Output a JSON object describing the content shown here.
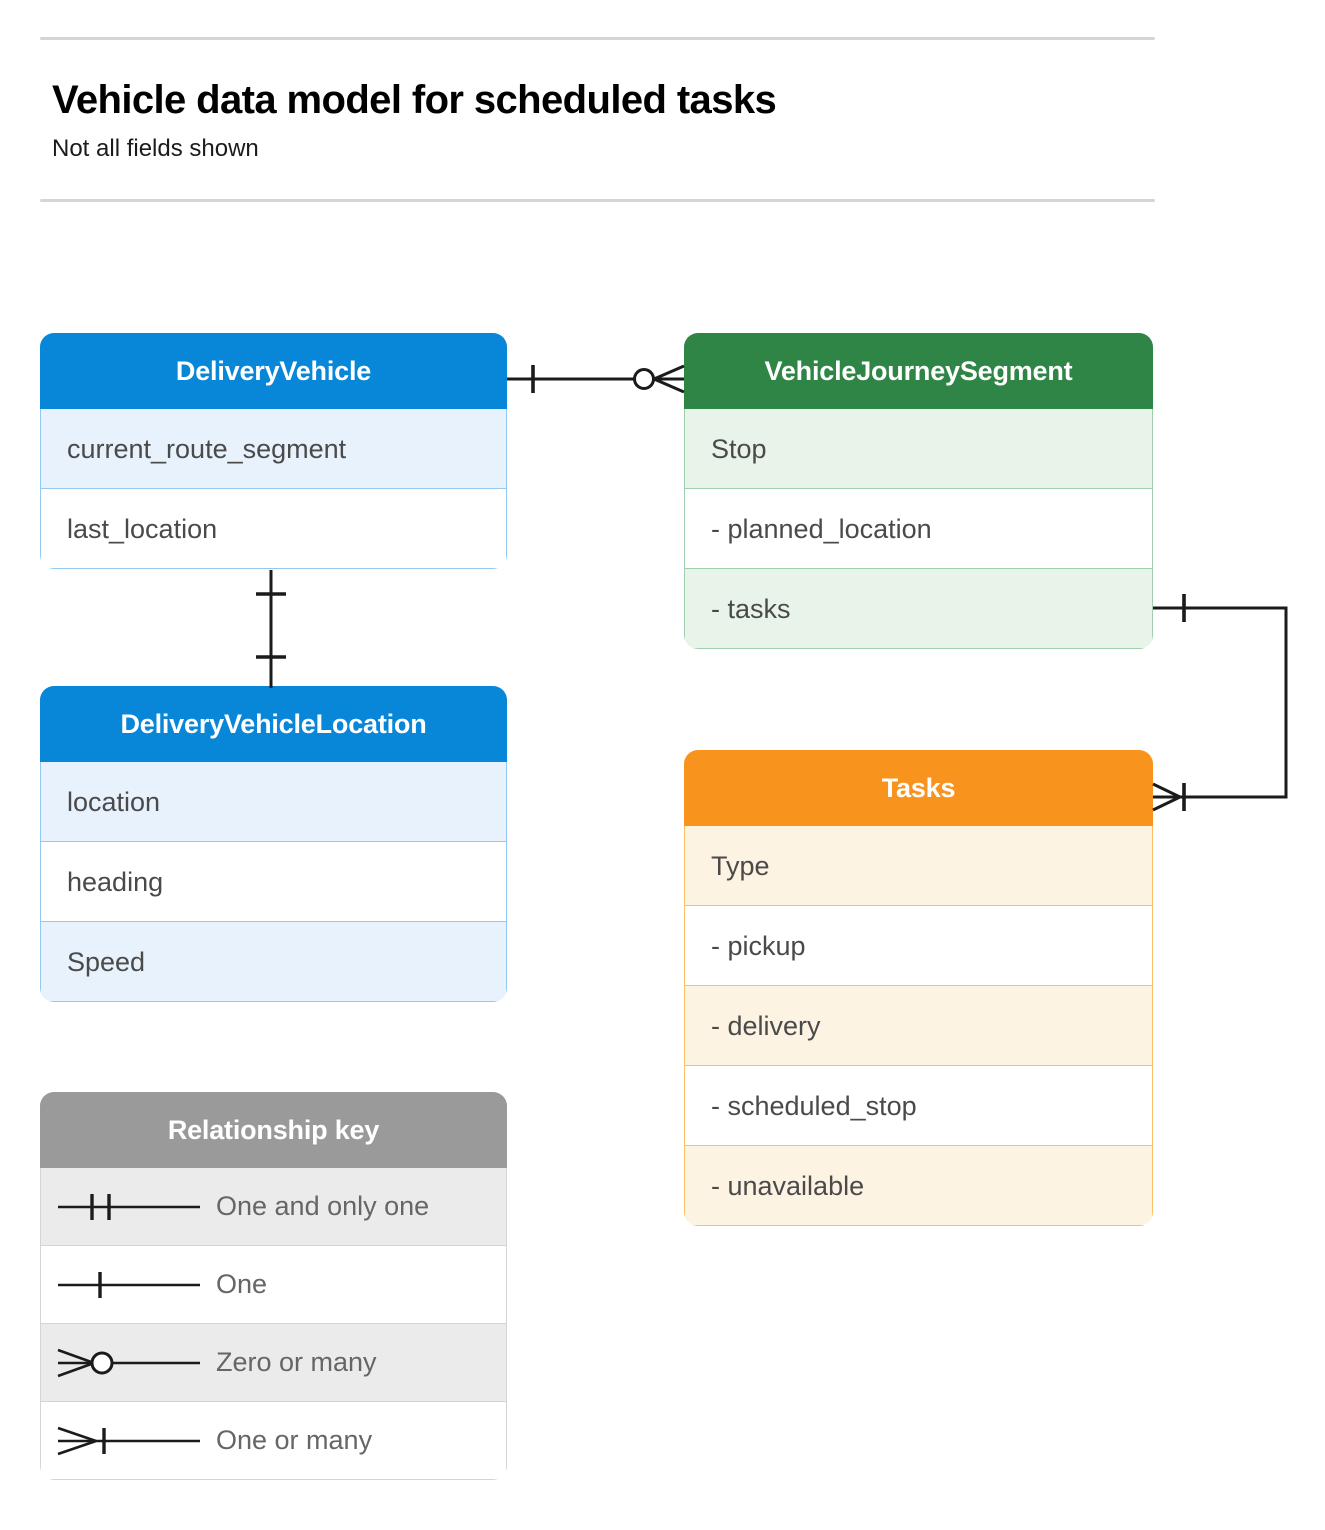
{
  "header": {
    "title": "Vehicle data model for scheduled tasks",
    "subtitle": "Not all fields shown"
  },
  "colors": {
    "blue_header": "#0886d8",
    "blue_tint": "#e8f2fd",
    "blue_border": "#93c8f0",
    "green_header": "#2e8545",
    "green_tint": "#e8f3ea",
    "green_border": "#9fcfae",
    "orange_header": "#f8941e",
    "orange_tint": "#fdf3e2",
    "orange_border": "#f9c066",
    "grey_header": "#9a9a9a",
    "grey_tint": "#ebebeb",
    "grey_border": "#d4d4d4",
    "line": "#1b1b1b",
    "rule": "#d5d5d7",
    "field_text": "#4a4a4a"
  },
  "entities": {
    "delivery_vehicle": {
      "title": "DeliveryVehicle",
      "rows": [
        "current_route_segment",
        "last_location"
      ]
    },
    "delivery_vehicle_location": {
      "title": "DeliveryVehicleLocation",
      "rows": [
        "location",
        "heading",
        "Speed"
      ]
    },
    "vehicle_journey_segment": {
      "title": "VehicleJourneySegment",
      "rows": [
        "Stop",
        "-  planned_location",
        "- tasks"
      ]
    },
    "tasks": {
      "title": "Tasks",
      "rows": [
        "Type",
        "-  pickup",
        "-  delivery",
        "-  scheduled_stop",
        "-  unavailable"
      ]
    }
  },
  "legend": {
    "title": "Relationship key",
    "rows": [
      {
        "symbol": "one-and-only-one-symbol",
        "label": "One and only one"
      },
      {
        "symbol": "one-symbol",
        "label": "One"
      },
      {
        "symbol": "zero-or-many-symbol",
        "label": "Zero or many"
      },
      {
        "symbol": "one-or-many-symbol",
        "label": "One or many"
      }
    ]
  },
  "relationships": [
    {
      "name": "deliveryvehicle-to-vehiclejourneysegment",
      "from": "DeliveryVehicle",
      "to": "VehicleJourneySegment",
      "from_cardinality": "One",
      "to_cardinality": "Zero or many"
    },
    {
      "name": "deliveryvehicle-to-deliveryvehiclelocation",
      "from": "DeliveryVehicle",
      "to": "DeliveryVehicleLocation",
      "from_cardinality": "One",
      "to_cardinality": "One"
    },
    {
      "name": "vehiclejourneysegment-tasks-to-tasks",
      "from": "VehicleJourneySegment",
      "to": "Tasks",
      "from_cardinality": "One",
      "to_cardinality": "One or many"
    }
  ]
}
